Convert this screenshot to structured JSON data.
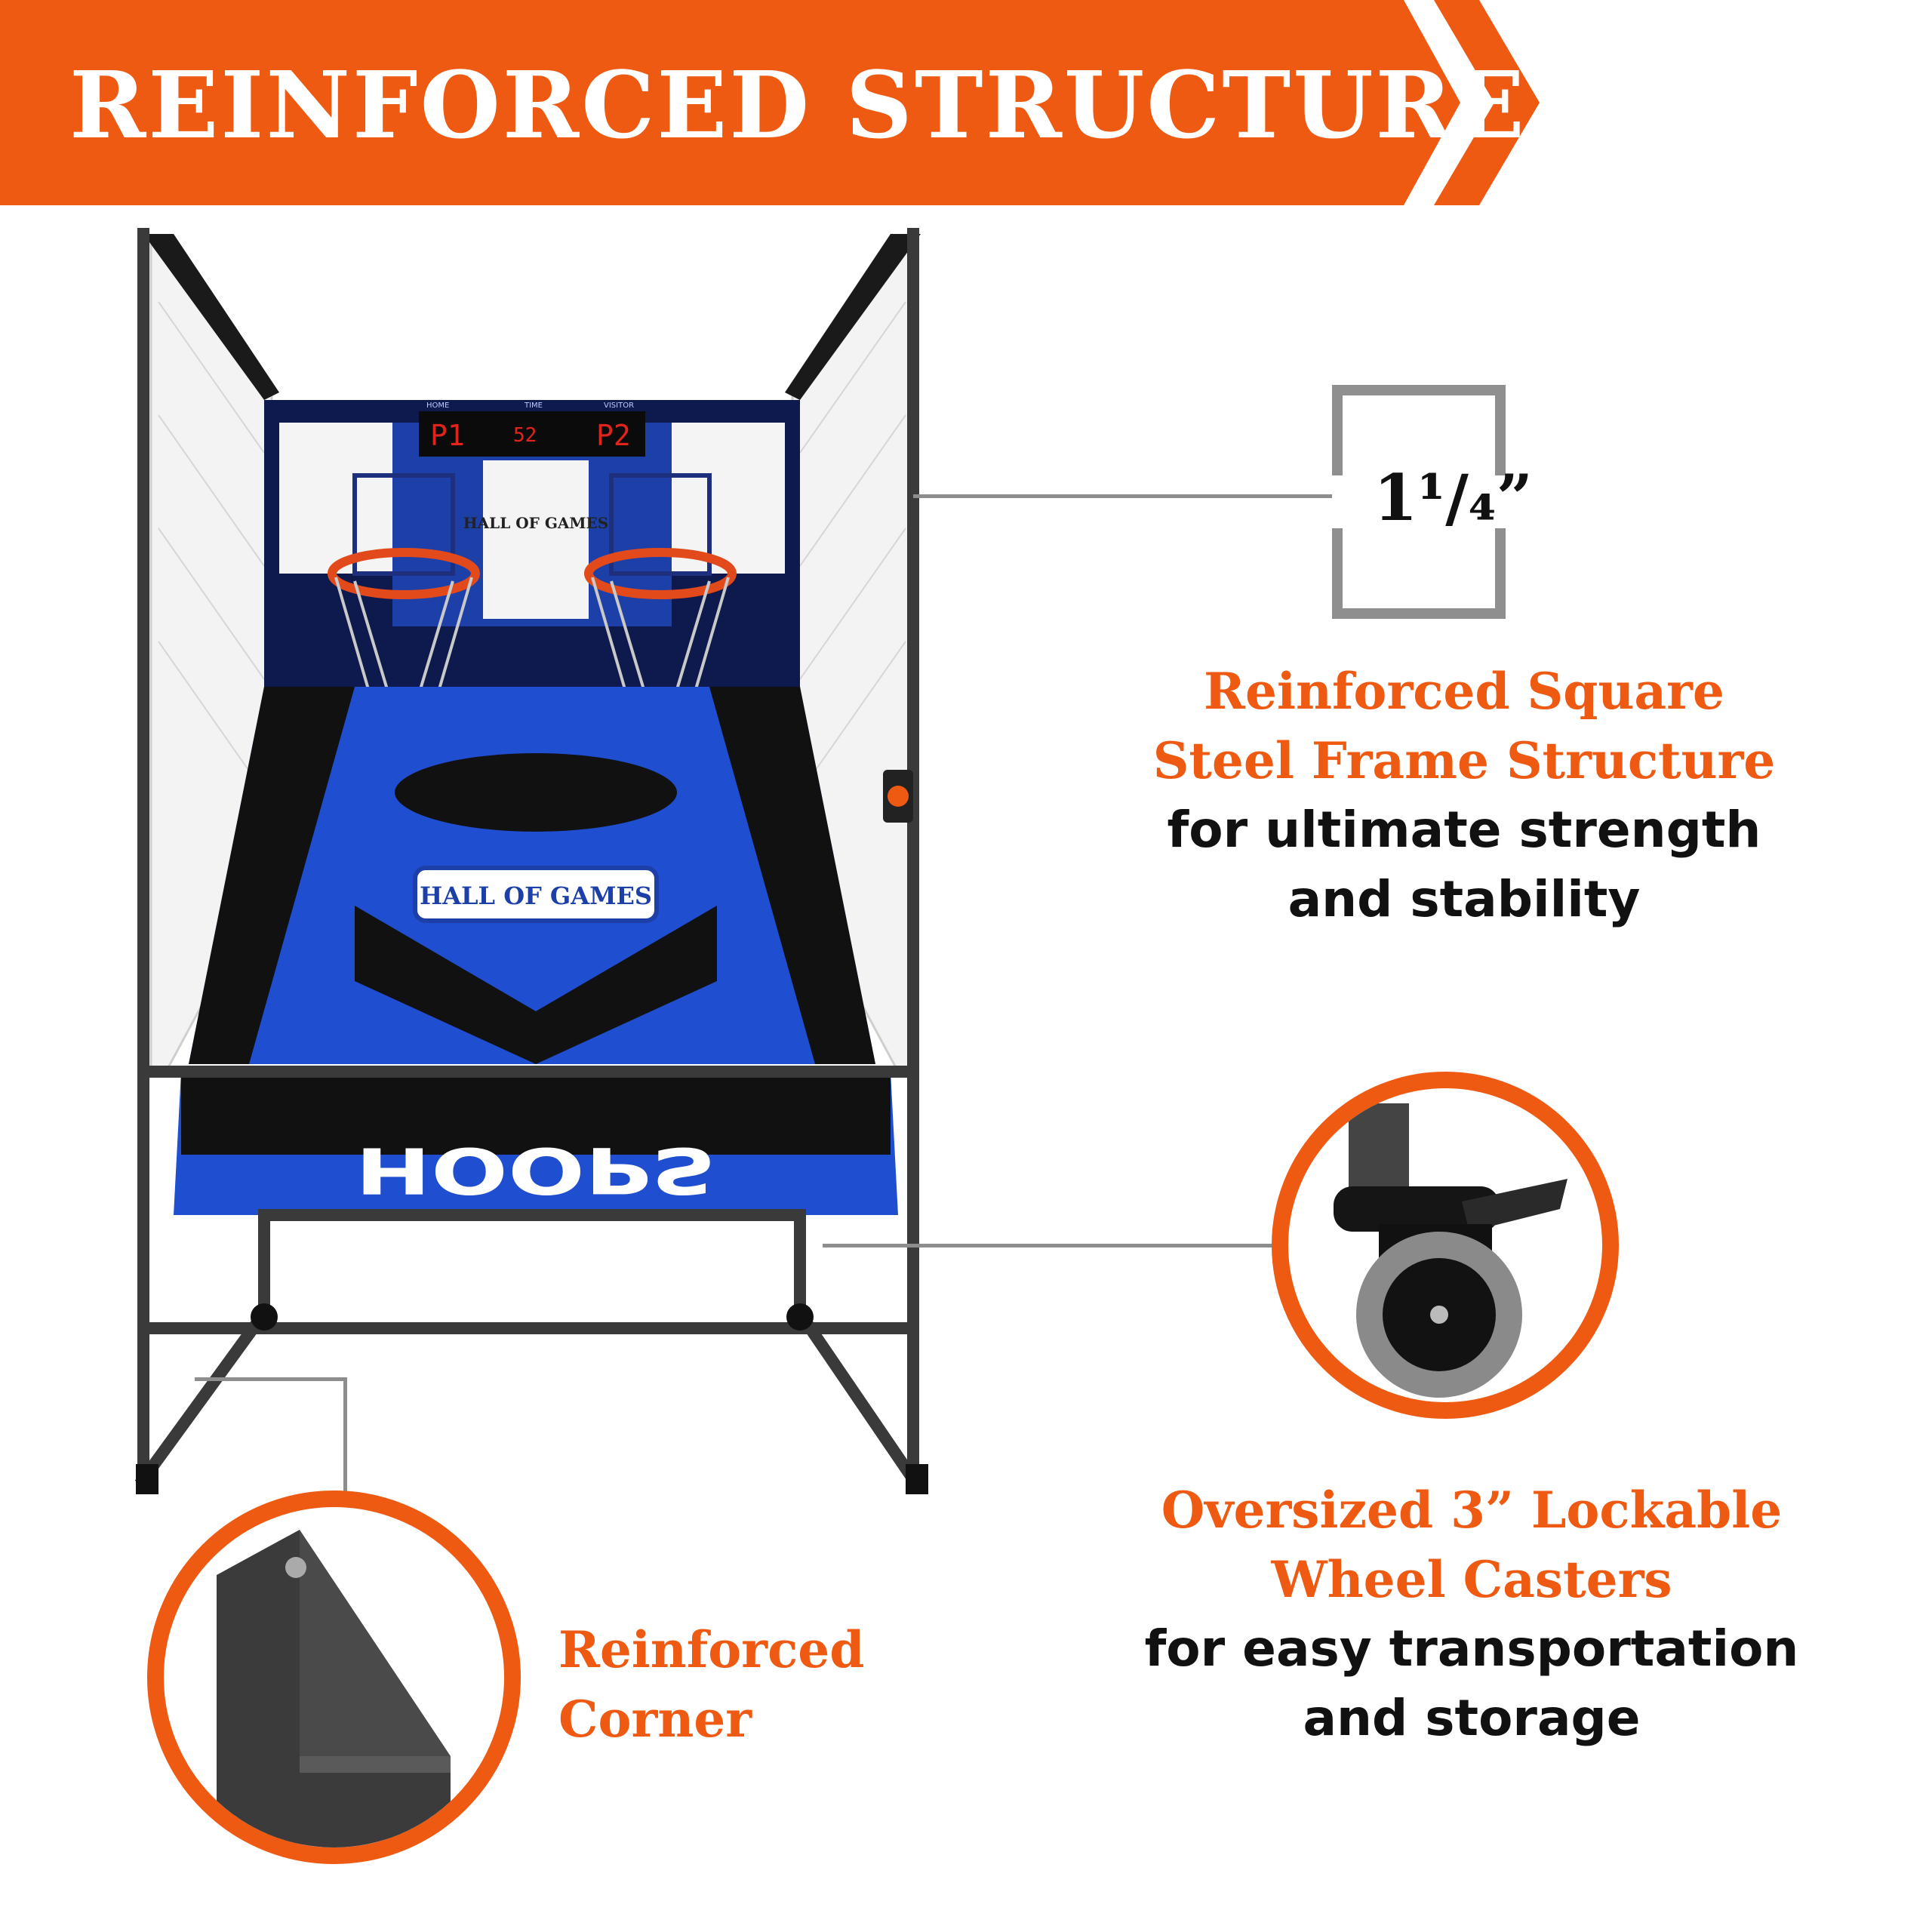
{
  "banner": {
    "title": "REINFORCED STRUCTURE",
    "color": "#ee5a12"
  },
  "product": {
    "score_labels": [
      "HOME",
      "TIME",
      "VISITOR"
    ],
    "scoreboard_left": "P1",
    "scoreboard_time": "52",
    "scoreboard_right": "P2",
    "brand": "HALL OF GAMES",
    "court_word": "HOOPS"
  },
  "frame_callout": {
    "tube_size": "1¹/₄”",
    "headline_1": "Reinforced Square",
    "headline_2": "Steel Frame Structure",
    "text_1": "for ultimate strength",
    "text_2": "and stability"
  },
  "caster_callout": {
    "headline_1": "Oversized 3” Lockable",
    "headline_2": "Wheel Casters",
    "text_1": "for easy transportation",
    "text_2": "and storage"
  },
  "corner_callout": {
    "headline_1": "Reinforced",
    "headline_2": "Corner"
  },
  "colors": {
    "accent": "#ee5a12",
    "court_blue": "#1f4fd0",
    "frame": "#3a3a3a",
    "text": "#111111"
  }
}
